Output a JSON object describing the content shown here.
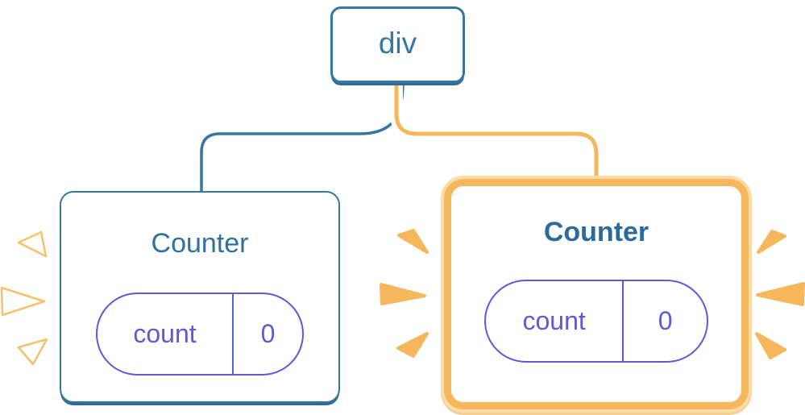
{
  "diagram": {
    "title": "react-component-tree-state-update",
    "root_node": {
      "label": "div"
    },
    "counters": [
      {
        "title": "Counter",
        "state_key": "count",
        "state_value": "0",
        "highlighted": false
      },
      {
        "title": "Counter",
        "state_key": "count",
        "state_value": "0",
        "highlighted": true
      }
    ]
  },
  "colors": {
    "node_blue": "#35779F",
    "node_blue_shadow": "#2E6B94",
    "state_purple": "#5B5BD6",
    "highlight_orange": "#F6B75C",
    "highlight_orange_light": "#FBDCA8",
    "card_background": "#FFFFFF"
  },
  "icons": [
    "sparkle-burst-left-white",
    "sparkle-burst-middle-orange",
    "sparkle-burst-right-orange"
  ]
}
